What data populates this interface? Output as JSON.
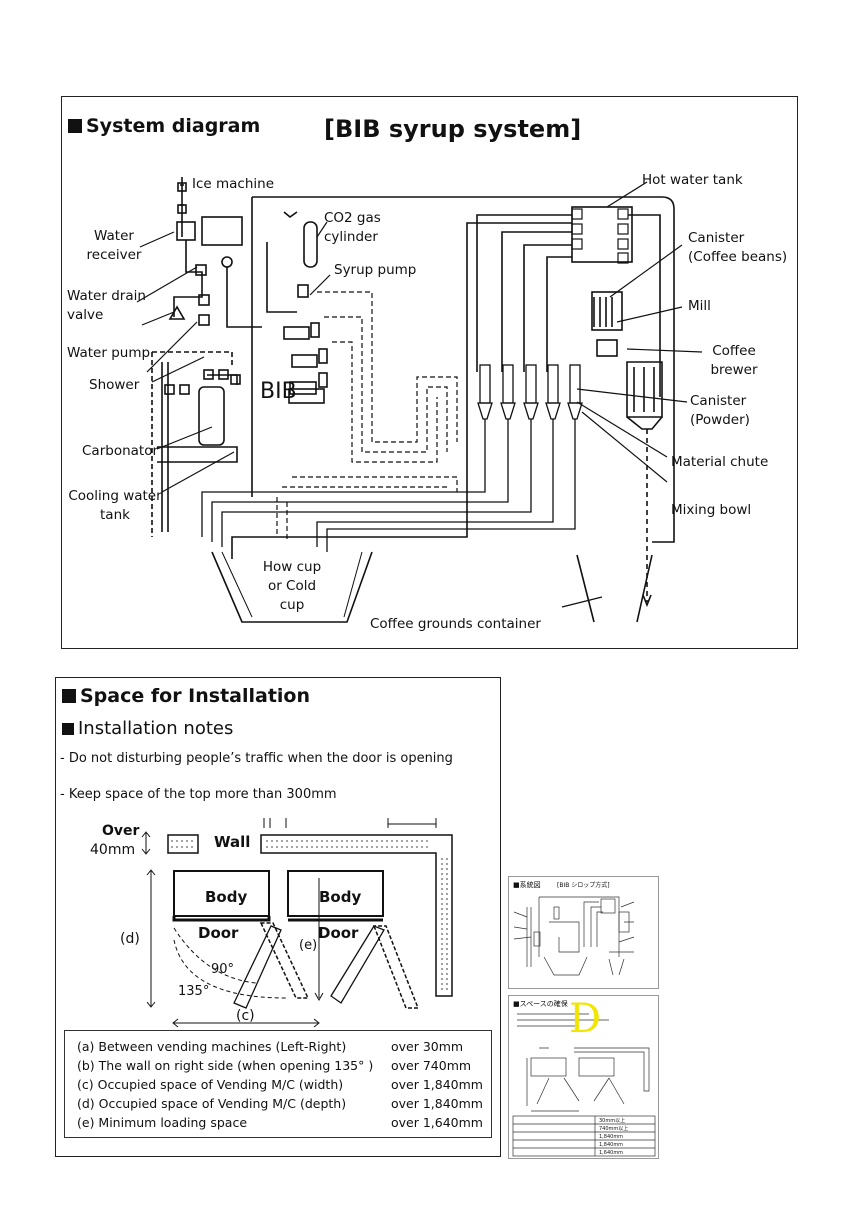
{
  "system": {
    "heading": "System diagram",
    "title": "[BIB syrup system]",
    "labels": {
      "ice_machine": "Ice machine",
      "water_receiver": "Water receiver",
      "water_drain_valve": "Water drain valve",
      "water_pump": "Water pump",
      "shower": "Shower",
      "carbonator": "Carbonator",
      "cooling_water_tank": "Cooling water tank",
      "co2_cylinder": "CO2 gas cylinder",
      "syrup_pump": "Syrup pump",
      "bib": "BIB",
      "hot_water_tank": "Hot water tank",
      "canister_beans": "Canister (Coffee beans)",
      "mill": "Mill",
      "coffee_brewer": "Coffee brewer",
      "canister_powder": "Canister (Powder)",
      "material_chute": "Material chute",
      "mixing_bowl": "Mixing bowl",
      "cup": "How cup or Cold cup",
      "grounds_container": "Coffee grounds container"
    }
  },
  "installation": {
    "heading": "Space for Installation",
    "subheading": "Installation notes",
    "notes": [
      "- Do not disturbing people’s traffic when the door is opening",
      "- Keep space of the top more than 300mm"
    ],
    "figure": {
      "over_label": "Over",
      "over_value": "40mm",
      "wall": "Wall",
      "body": "Body",
      "door": "Door",
      "angle_90": "90°",
      "angle_135": "135°",
      "label_c": "(c)",
      "label_d": "(d)",
      "label_e": "(e)"
    },
    "dimensions": [
      {
        "label": "(a) Between vending machines (Left-Right)",
        "value": "over 30mm"
      },
      {
        "label": "(b) The wall on right side (when opening 135° )",
        "value": "over 740mm"
      },
      {
        "label": "(c) Occupied space of Vending M/C (width)",
        "value": "over 1,840mm"
      },
      {
        "label": "(d) Occupied space of Vending M/C (depth)",
        "value": "over 1,840mm"
      },
      {
        "label": "(e) Minimum loading space",
        "value": "over 1,640mm"
      }
    ]
  },
  "thumbnails": {
    "top_heading": "■系統図",
    "top_title": "[BIB シロップ方式]",
    "bottom_heading": "■スペースの確保",
    "watermark": "D",
    "table_values": [
      "30mm以上",
      "740mm以上",
      "1,840mm",
      "1,840mm",
      "1,640mm"
    ]
  },
  "colors": {
    "ink": "#111111",
    "watermark": "#f2e600"
  }
}
